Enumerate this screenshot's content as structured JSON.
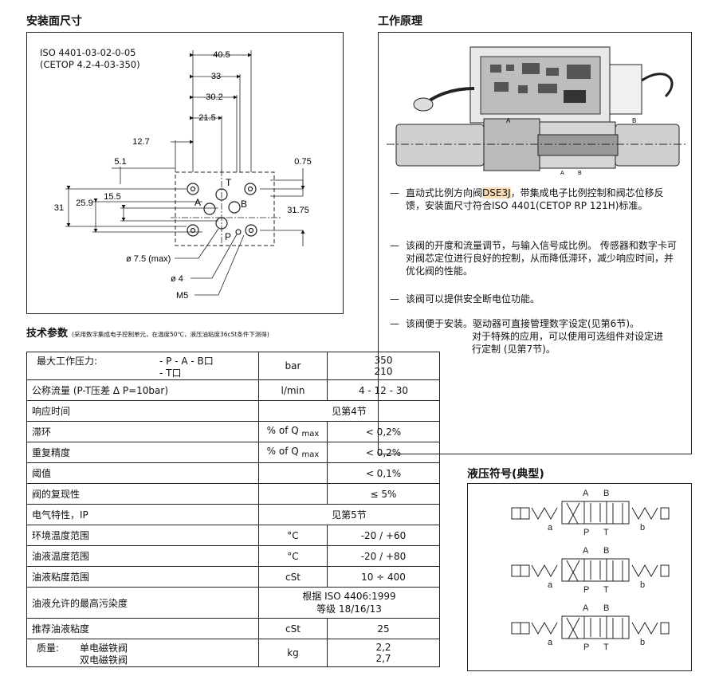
{
  "mounting": {
    "title": "安装面尺寸",
    "standard_line1": "ISO 4401-03-02-0-05",
    "standard_line2": "(CETOP 4.2-4-03-350)",
    "dims": {
      "d40_5": "40.5",
      "d33": "33",
      "d30_2": "30.2",
      "d21_5": "21.5",
      "d12_7": "12.7",
      "d5_1": "5.1",
      "d0_75": "0.75",
      "d31": "31",
      "d25_9": "25.9",
      "d15_5": "15.5",
      "d31_75": "31.75"
    },
    "ports": {
      "T": "T",
      "A": "A",
      "B": "B",
      "P": "P"
    },
    "callouts": {
      "hole": "ø 7.5 (max)",
      "pin": "ø 4",
      "screw": "M5"
    }
  },
  "principle": {
    "title": "工作原理",
    "diagram_labels": {
      "A": "A",
      "B": "B",
      "port_a": "A",
      "port_b": "B"
    },
    "bullets": [
      {
        "dash": "—",
        "pre": "直动式比例方向阀",
        "highlight": "DSE3J",
        "post": "，带集成电子比例控制和阀芯位移反馈，安装面尺寸符合ISO 4401(CETOP RP 121H)标准。"
      },
      {
        "dash": "—",
        "text": "该阀的开度和流量调节，与输入信号成比例。 传感器和数字卡可对阀芯定位进行良好的控制，从而降低滞环，减少响应时间，并优化阀的性能。"
      },
      {
        "dash": "—",
        "text": "该阀可以提供安全断电位功能。"
      },
      {
        "dash": "—",
        "text": "该阀便于安装。驱动器可直接管理数字设定(见第6节)。",
        "cont": "对于特殊的应用，可以使用可选组件对设定进行定制 (见第7节)。"
      }
    ]
  },
  "specs": {
    "title": "技术参数",
    "note": "(采用数字集成电子控制单元，在温度50℃，液压油粘度36cSt条件下测得)",
    "rows": [
      {
        "label": "最大工作压力:",
        "sub1": "- P - A - B口",
        "sub2": "- T口",
        "unit": "bar",
        "v1": "350",
        "v2": "210"
      },
      {
        "label": "公称流量 (P-T压差 Δ P=10bar)",
        "unit": "l/min",
        "value": "4 - 12 - 30"
      },
      {
        "label": "响应时间",
        "merged": "见第4节"
      },
      {
        "label": "滞环",
        "unit": "% of Q",
        "unit_sub": "max",
        "value": "< 0,2%"
      },
      {
        "label": "重复精度",
        "unit": "% of Q",
        "unit_sub": "max",
        "value": "< 0,2%"
      },
      {
        "label": "阈值",
        "unit": "",
        "value": "< 0,1%"
      },
      {
        "label": "阀的复现性",
        "unit": "",
        "value": "≤ 5%"
      },
      {
        "label": "电气特性，IP",
        "merged": "见第5节"
      },
      {
        "label": "环境温度范围",
        "unit": "°C",
        "value": "-20 / +60"
      },
      {
        "label": "油液温度范围",
        "unit": "°C",
        "value": "-20 / +80"
      },
      {
        "label": "油液粘度范围",
        "unit": "cSt",
        "value": "10 ÷ 400"
      },
      {
        "label": "油液允许的最高污染度",
        "merged1": "根据 ISO 4406:1999",
        "merged2": "等级 18/16/13"
      },
      {
        "label": "推荐油液粘度",
        "unit": "cSt",
        "value": "25"
      },
      {
        "label": "质量:",
        "sub1": "单电磁铁阀",
        "sub2": "双电磁铁阀",
        "unit": "kg",
        "v1": "2,2",
        "v2": "2,7"
      }
    ]
  },
  "symbols": {
    "title": "液压符号(典型)",
    "labels": {
      "A": "A",
      "B": "B",
      "P": "P",
      "T": "T",
      "a": "a",
      "b": "b"
    }
  }
}
